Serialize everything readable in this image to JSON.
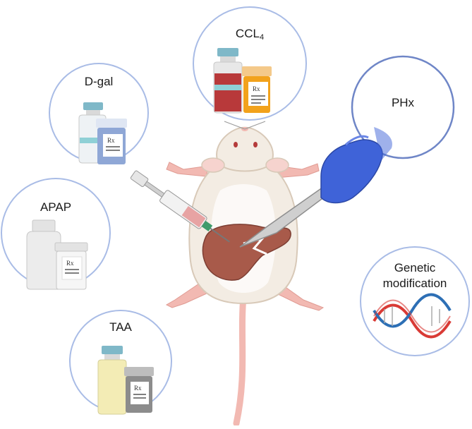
{
  "labels": {
    "ccl4_main": "CCL",
    "ccl4_sub": "4",
    "dgal": "D-gal",
    "phx": "PHx",
    "apap": "APAP",
    "genetic_line1": "Genetic",
    "genetic_line2": "modification",
    "taa": "TAA"
  },
  "rx_label": "Rx",
  "colors": {
    "circle_stroke": "#a9bce6",
    "phx_circle_stroke": "#6f86c7",
    "mouse_body": "#f3ece3",
    "mouse_outline": "#d8c9b8",
    "mouse_pink": "#f2b9b2",
    "liver": "#a85a4a",
    "glove": "#3f63d8",
    "dna_red": "#d93a35",
    "dna_blue": "#2d6fb5",
    "vial_cap": "#7fb8c8",
    "ccl4_fill": "#b8393a",
    "dgal_fill": "#8fa7d6",
    "taa_fill": "#f3ecb5",
    "rx_orange": "#f2a21c",
    "rx_blue": "#4d6fb8",
    "rx_gray": "#8c8c8c"
  },
  "icons": [
    "mouse-illustration",
    "liver-icon",
    "syringe-icon",
    "scalpel-icon",
    "glove-icon",
    "dna-helix-icon",
    "vial-icon",
    "pill-bottle-icon"
  ]
}
